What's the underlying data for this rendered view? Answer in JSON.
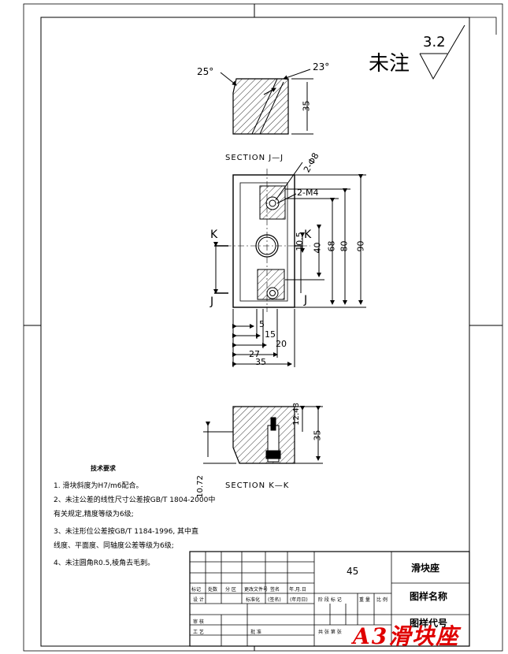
{
  "surface_finish": {
    "prefix": "未注",
    "value": "3.2"
  },
  "views": {
    "top_section": {
      "angle_left": "25°",
      "angle_right": "23°",
      "height": "35"
    },
    "section_jj": {
      "title": "SECTION J—J",
      "callout_hole": "2-Φ8",
      "callout_thread": "2-M4",
      "cut_left_top": "K",
      "cut_left_bottom": "J",
      "cut_right_top": "K",
      "cut_right_bottom": "J",
      "dims_vertical": [
        "10.5",
        "40",
        "68",
        "80",
        "90"
      ],
      "dims_horizontal": [
        "5",
        "15",
        "20",
        "27",
        "35"
      ]
    },
    "section_kk": {
      "title": "SECTION K—K",
      "dim_12_48": "12.48",
      "dim_35": "35",
      "dim_10_72": "10.72"
    }
  },
  "tech_notes": {
    "title": "技术要求",
    "items": [
      "1.  滑块斜度为H7/m6配合。",
      "2、未注公差的线性尺寸公差按GB/T 1804-2000中",
      "     有关规定,精度等级为6级;",
      "3、未注形位公差按GB/T 1184-1996, 其中直",
      "     线度、平面度、同轴度公差等级为6级;",
      "4、未注圆角R0.5,棱角去毛刺。"
    ]
  },
  "title_block": {
    "quantity": "45",
    "part_name": "滑块座",
    "drawing_name_label": "图样名称",
    "drawing_code_label": "图样代号",
    "header_cells": [
      "标记",
      "处数",
      "分 区",
      "更改文件号",
      "签名",
      "年.月.日"
    ],
    "row_design": [
      "设 计",
      "标准化",
      "(签名)",
      "(年月日)"
    ],
    "stage_cells": [
      "阶 段 标 记",
      "重 量",
      "比 例"
    ],
    "row_check": "审 核",
    "row_process": "工 艺",
    "row_approve": "批 准",
    "sheet": "共   张   第   张"
  },
  "watermark": "A3滑块座"
}
